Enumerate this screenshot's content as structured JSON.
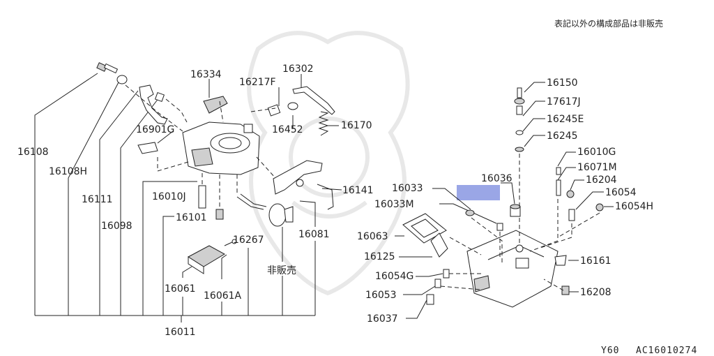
{
  "header": {
    "note": "表記以外の構成部品は非販売"
  },
  "footer": {
    "model": "Y60",
    "code": "AC16010274"
  },
  "highlight_color": "#9aa6e6",
  "callouts": {
    "c16108": "16108",
    "c16108H": "16108H",
    "c16111": "16111",
    "c16098": "16098",
    "c16334": "16334",
    "c16217F": "16217F",
    "c16302": "16302",
    "c16901G": "16901G",
    "c16452": "16452",
    "c16170": "16170",
    "c16141": "16141",
    "c16010J": "16010J",
    "c16101": "16101",
    "c16267": "16267",
    "c16081": "16081",
    "not_for_sale": "非販売",
    "c16061": "16061",
    "c16061A": "16061A",
    "c16011": "16011",
    "c16150": "16150",
    "c17617J": "17617J",
    "c16245E": "16245E",
    "c16245": "16245",
    "c16010G": "16010G",
    "c16071M": "16071M",
    "c16204": "16204",
    "c16054": "16054",
    "c16054H": "16054H",
    "c16036": "16036",
    "c16033": "16033",
    "c16033M": "16033M",
    "c16063": "16063",
    "c16125": "16125",
    "c16161": "16161",
    "c16054G": "16054G",
    "c16053": "16053",
    "c16208": "16208",
    "c16037": "16037"
  }
}
